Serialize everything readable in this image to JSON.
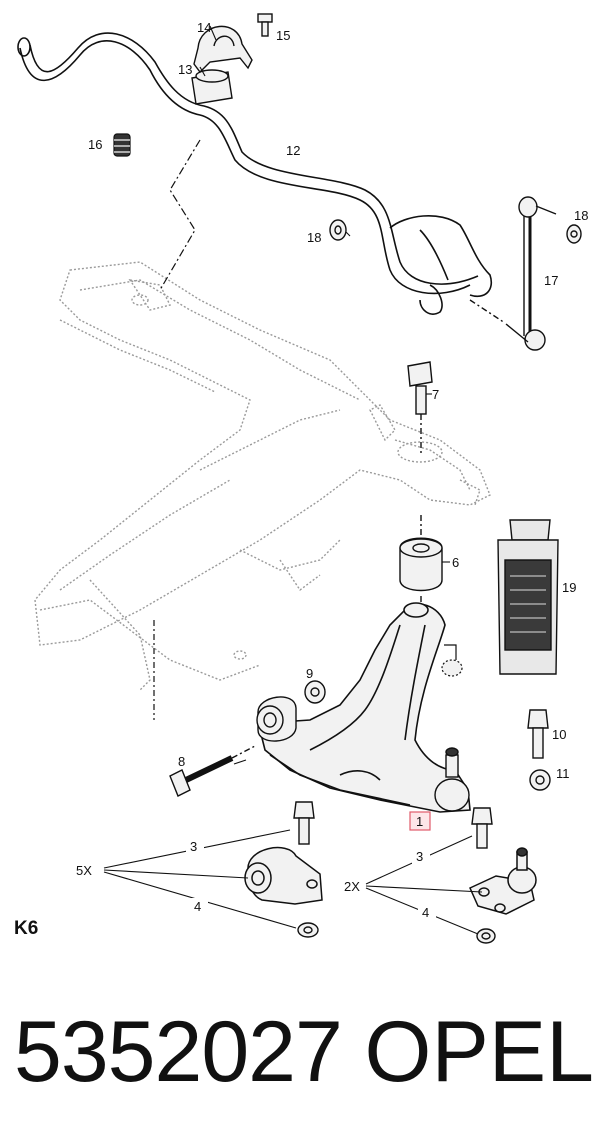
{
  "callouts": {
    "c1": "1",
    "c3a": "3",
    "c3b": "3",
    "c4a": "4",
    "c4b": "4",
    "c5x": "5X",
    "c2x": "2X",
    "c6": "6",
    "c7": "7",
    "c8": "8",
    "c9": "9",
    "c10": "10",
    "c11": "11",
    "c12": "12",
    "c13": "13",
    "c14": "14",
    "c15": "15",
    "c16": "16",
    "c17": "17",
    "c18a": "18",
    "c18b": "18",
    "c19": "19"
  },
  "section_label": "K6",
  "footer": {
    "part_number": "5352027",
    "brand": "OPEL"
  },
  "colors": {
    "line": "#111111",
    "ghost": "#9a9a9a",
    "highlight": "#e05a6a"
  }
}
